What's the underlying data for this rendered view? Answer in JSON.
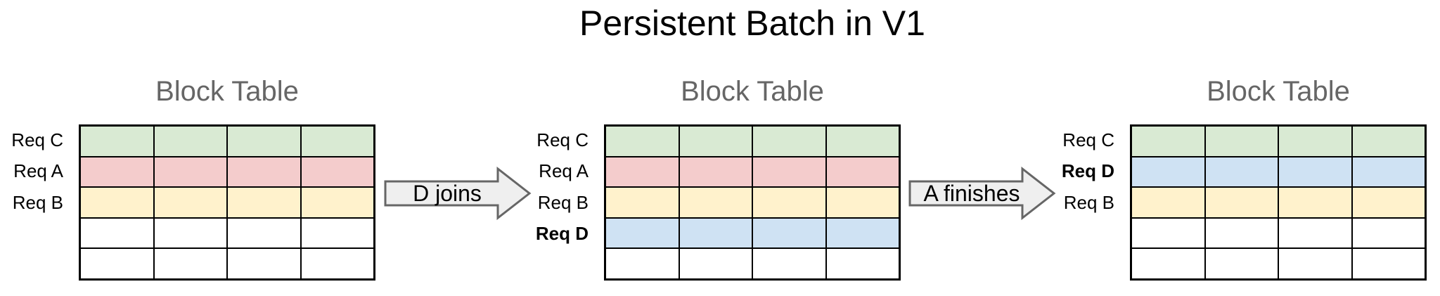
{
  "title": "Persistent Batch in V1",
  "palette": {
    "green": "#d9ead3",
    "red": "#f4cccc",
    "yellow": "#fff2cc",
    "blue": "#cfe2f3",
    "white": "#ffffff",
    "grid_line": "#000000",
    "table_title_color": "#666666",
    "arrow_fill": "#efefef",
    "arrow_border": "#666666"
  },
  "tables": [
    {
      "title": "Block Table",
      "columns": 4,
      "rows": [
        {
          "label": "Req C",
          "bold": false,
          "color": "green"
        },
        {
          "label": "Req A",
          "bold": false,
          "color": "red"
        },
        {
          "label": "Req B",
          "bold": false,
          "color": "yellow"
        },
        {
          "label": "",
          "bold": false,
          "color": "white"
        },
        {
          "label": "",
          "bold": false,
          "color": "white"
        }
      ]
    },
    {
      "title": "Block Table",
      "columns": 4,
      "rows": [
        {
          "label": "Req C",
          "bold": false,
          "color": "green"
        },
        {
          "label": "Req A",
          "bold": false,
          "color": "red"
        },
        {
          "label": "Req B",
          "bold": false,
          "color": "yellow"
        },
        {
          "label": "Req D",
          "bold": true,
          "color": "blue"
        },
        {
          "label": "",
          "bold": false,
          "color": "white"
        }
      ]
    },
    {
      "title": "Block Table",
      "columns": 4,
      "rows": [
        {
          "label": "Req C",
          "bold": false,
          "color": "green"
        },
        {
          "label": "Req D",
          "bold": true,
          "color": "blue"
        },
        {
          "label": "Req B",
          "bold": false,
          "color": "yellow"
        },
        {
          "label": "",
          "bold": false,
          "color": "white"
        },
        {
          "label": "",
          "bold": false,
          "color": "white"
        }
      ]
    }
  ],
  "arrows": [
    {
      "label": "D joins"
    },
    {
      "label": "A finishes"
    }
  ]
}
